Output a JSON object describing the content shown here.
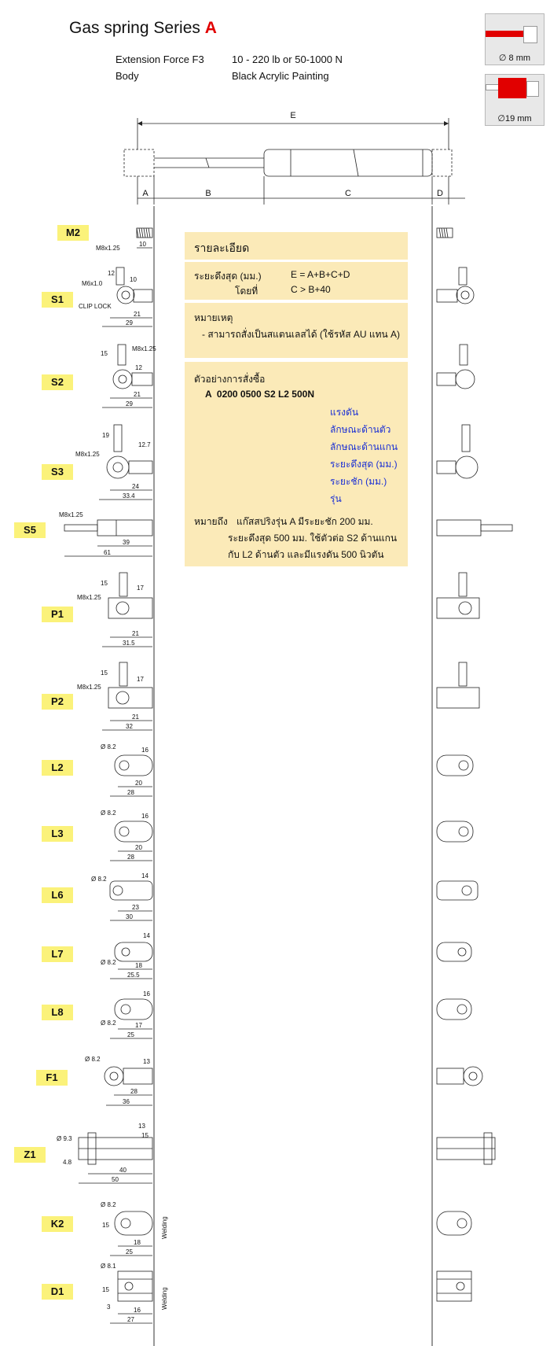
{
  "header": {
    "title": "Gas spring Series ",
    "title_accent": "A",
    "accent_color": "#e10000"
  },
  "specs": [
    {
      "label": "Extension Force F3",
      "value": "10 - 220 lb or 50-1000 N"
    },
    {
      "label": "Body",
      "value": "Black Acrylic Painting"
    }
  ],
  "thumbnails": [
    {
      "caption": "∅ 8 mm"
    },
    {
      "caption": "∅19 mm"
    }
  ],
  "overall": {
    "E": "E",
    "A": "A",
    "B": "B",
    "C": "C",
    "D": "D"
  },
  "codes": [
    "M2",
    "S1",
    "S2",
    "S3",
    "S5",
    "P1",
    "P2",
    "L2",
    "L3",
    "L6",
    "L7",
    "L8",
    "F1",
    "Z1",
    "K2",
    "D1"
  ],
  "dims": {
    "m2": {
      "thread": "M8x1.25",
      "len": "10"
    },
    "s1": {
      "thread": "M6x1.0",
      "h": "12",
      "w": "10",
      "d1": "21",
      "d2": "29",
      "note": "CLIP LOCK"
    },
    "s2": {
      "thread": "M8x1.25",
      "h": "15",
      "w": "12",
      "d1": "21",
      "d2": "29"
    },
    "s3": {
      "thread": "M8x1.25",
      "h": "19",
      "w": "12.7",
      "d1": "24",
      "d2": "33.4"
    },
    "s5": {
      "thread": "M8x1.25",
      "d1": "39",
      "d2": "61"
    },
    "p1": {
      "thread": "M8x1.25",
      "h": "15",
      "w": "17",
      "d1": "21",
      "d2": "31.5"
    },
    "p2": {
      "thread": "M8x1.25",
      "h": "15",
      "w": "17",
      "d1": "21",
      "d2": "32"
    },
    "l2": {
      "hole": "Ø 8.2",
      "w": "16",
      "d1": "20",
      "d2": "28"
    },
    "l3": {
      "hole": "Ø 8.2",
      "w": "16",
      "d1": "20",
      "d2": "28"
    },
    "l6": {
      "hole": "Ø 8.2",
      "w": "14",
      "d1": "23",
      "d2": "30"
    },
    "l7": {
      "hole": "Ø 8.2",
      "w": "14",
      "d1": "18",
      "d2": "25.5"
    },
    "l8": {
      "hole": "Ø 8.2",
      "w": "16",
      "d1": "17",
      "d2": "25"
    },
    "f1": {
      "hole": "Ø 8.2",
      "w": "13",
      "d1": "28",
      "d2": "36"
    },
    "z1": {
      "hole": "Ø 9.3",
      "t": "13",
      "w": "15",
      "h": "4.8",
      "d1": "40",
      "d2": "50"
    },
    "k2": {
      "hole": "Ø 8.2",
      "w": "15",
      "d1": "18",
      "d2": "25",
      "note": "Welding"
    },
    "d1": {
      "hole": "Ø 8.1",
      "w": "15",
      "h": "3",
      "d1": "16",
      "d2": "27",
      "note": "Welding"
    }
  },
  "panel": {
    "heading": "รายละเอียด",
    "row1_label": "ระยะดึงสุด (มม.)",
    "row1_value": "E = A+B+C+D",
    "row2_label": "โดยที่",
    "row2_value": "C > B+40",
    "note_title": "หมายเหตุ",
    "note_text": "- สามารถสั่งเป็นสแตนเลสได้ (ใช้รหัส AU แทน A)",
    "order_title": "ตัวอย่างการสั่งซื้อ",
    "order_code": "A  0200 0500 S2 L2 500N",
    "legend": [
      "แรงดัน",
      "ลักษณะด้านตัว",
      "ลักษณะด้านแกน",
      "ระยะดึงสุด (มม.)",
      "ระยะชัก (มม.)",
      "รุ่น"
    ],
    "meaning_label": "หมายถึง",
    "meaning_lines": [
      "แก๊สสปริงรุ่น A มีระยะชัก 200 มม.",
      "ระยะดึงสุด 500 มม.  ใช้ตัวต่อ S2 ด้านแกน",
      "กับ L2 ด้านตัว  และมีแรงดัน 500 นิวตัน"
    ],
    "legend_color": "#1a2fd4"
  }
}
